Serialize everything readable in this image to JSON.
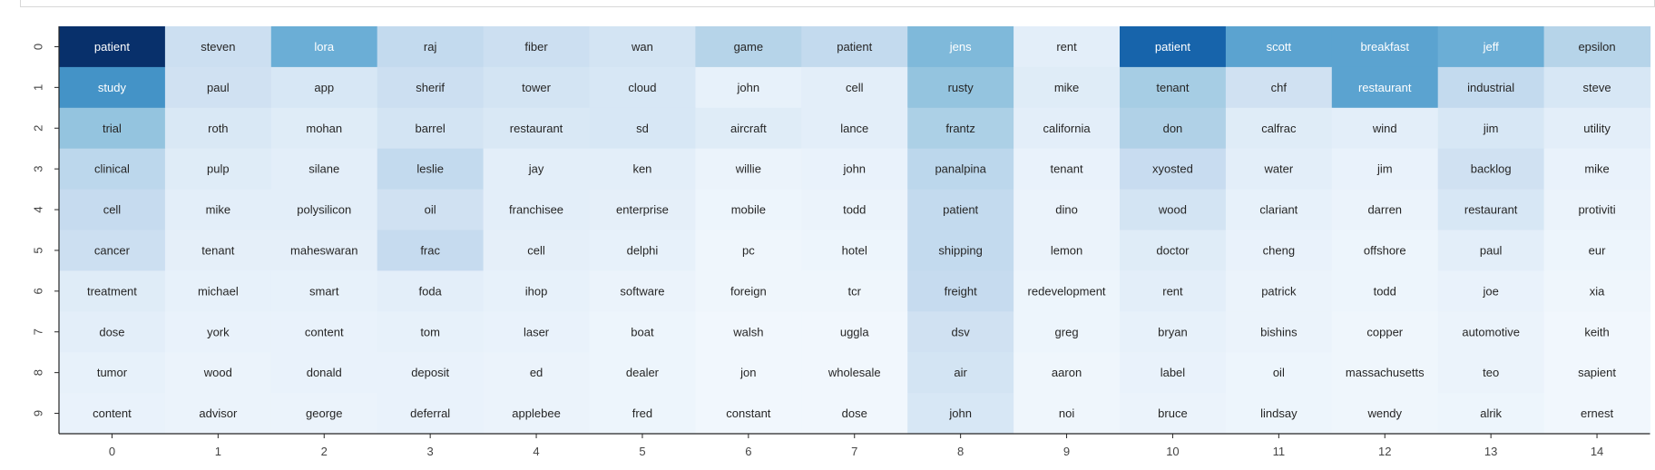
{
  "chart_data": {
    "type": "heatmap",
    "columns": [
      "0",
      "1",
      "2",
      "3",
      "4",
      "5",
      "6",
      "7",
      "8",
      "9",
      "10",
      "11",
      "12",
      "13",
      "14"
    ],
    "rows": [
      "0",
      "1",
      "2",
      "3",
      "4",
      "5",
      "6",
      "7",
      "8",
      "9"
    ],
    "cells": [
      [
        "patient",
        "steven",
        "lora",
        "raj",
        "fiber",
        "wan",
        "game",
        "patient",
        "jens",
        "rent",
        "patient",
        "scott",
        "breakfast",
        "jeff",
        "epsilon"
      ],
      [
        "study",
        "paul",
        "app",
        "sherif",
        "tower",
        "cloud",
        "john",
        "cell",
        "rusty",
        "mike",
        "tenant",
        "chf",
        "restaurant",
        "industrial",
        "steve"
      ],
      [
        "trial",
        "roth",
        "mohan",
        "barrel",
        "restaurant",
        "sd",
        "aircraft",
        "lance",
        "frantz",
        "california",
        "don",
        "calfrac",
        "wind",
        "jim",
        "utility"
      ],
      [
        "clinical",
        "pulp",
        "silane",
        "leslie",
        "jay",
        "ken",
        "willie",
        "john",
        "panalpina",
        "tenant",
        "xyosted",
        "water",
        "jim",
        "backlog",
        "mike"
      ],
      [
        "cell",
        "mike",
        "polysilicon",
        "oil",
        "franchisee",
        "enterprise",
        "mobile",
        "todd",
        "patient",
        "dino",
        "wood",
        "clariant",
        "darren",
        "restaurant",
        "protiviti"
      ],
      [
        "cancer",
        "tenant",
        "maheswaran",
        "frac",
        "cell",
        "delphi",
        "pc",
        "hotel",
        "shipping",
        "lemon",
        "doctor",
        "cheng",
        "offshore",
        "paul",
        "eur"
      ],
      [
        "treatment",
        "michael",
        "smart",
        "foda",
        "ihop",
        "software",
        "foreign",
        "tcr",
        "freight",
        "redevelopment",
        "rent",
        "patrick",
        "todd",
        "joe",
        "xia"
      ],
      [
        "dose",
        "york",
        "content",
        "tom",
        "laser",
        "boat",
        "walsh",
        "uggla",
        "dsv",
        "greg",
        "bryan",
        "bishins",
        "copper",
        "automotive",
        "keith"
      ],
      [
        "tumor",
        "wood",
        "donald",
        "deposit",
        "ed",
        "dealer",
        "jon",
        "wholesale",
        "air",
        "aaron",
        "label",
        "oil",
        "massachusetts",
        "teo",
        "sapient"
      ],
      [
        "content",
        "advisor",
        "george",
        "deferral",
        "applebee",
        "fred",
        "constant",
        "dose",
        "john",
        "noi",
        "bruce",
        "lindsay",
        "wendy",
        "alrik",
        "ernest"
      ]
    ],
    "intensity": [
      [
        1.0,
        0.22,
        0.5,
        0.26,
        0.22,
        0.18,
        0.3,
        0.26,
        0.45,
        0.1,
        0.8,
        0.55,
        0.55,
        0.5,
        0.3
      ],
      [
        0.62,
        0.2,
        0.16,
        0.22,
        0.18,
        0.16,
        0.08,
        0.1,
        0.4,
        0.12,
        0.35,
        0.2,
        0.55,
        0.26,
        0.16
      ],
      [
        0.4,
        0.15,
        0.12,
        0.18,
        0.15,
        0.16,
        0.12,
        0.1,
        0.33,
        0.1,
        0.32,
        0.12,
        0.1,
        0.16,
        0.1
      ],
      [
        0.28,
        0.12,
        0.1,
        0.26,
        0.1,
        0.1,
        0.06,
        0.07,
        0.28,
        0.07,
        0.24,
        0.1,
        0.07,
        0.2,
        0.07
      ],
      [
        0.25,
        0.1,
        0.1,
        0.2,
        0.1,
        0.09,
        0.05,
        0.06,
        0.26,
        0.06,
        0.18,
        0.08,
        0.06,
        0.16,
        0.06
      ],
      [
        0.22,
        0.09,
        0.09,
        0.25,
        0.09,
        0.08,
        0.04,
        0.05,
        0.26,
        0.06,
        0.12,
        0.07,
        0.05,
        0.1,
        0.05
      ],
      [
        0.12,
        0.08,
        0.08,
        0.1,
        0.08,
        0.06,
        0.04,
        0.04,
        0.25,
        0.05,
        0.1,
        0.06,
        0.05,
        0.07,
        0.04
      ],
      [
        0.1,
        0.07,
        0.07,
        0.08,
        0.07,
        0.05,
        0.03,
        0.03,
        0.2,
        0.05,
        0.08,
        0.06,
        0.04,
        0.06,
        0.03
      ],
      [
        0.08,
        0.06,
        0.07,
        0.07,
        0.06,
        0.05,
        0.03,
        0.03,
        0.18,
        0.04,
        0.07,
        0.05,
        0.04,
        0.06,
        0.03
      ],
      [
        0.07,
        0.06,
        0.06,
        0.07,
        0.06,
        0.05,
        0.03,
        0.03,
        0.16,
        0.04,
        0.06,
        0.05,
        0.04,
        0.05,
        0.03
      ]
    ],
    "colormap": [
      "#f7fbff",
      "#deebf7",
      "#c6dbef",
      "#9ecae1",
      "#6baed6",
      "#4292c6",
      "#2171b5",
      "#08519c",
      "#08306b"
    ],
    "light_text_color": "#ffffff",
    "dark_text_color": "#262626",
    "axis_color": "#262626",
    "tick_label_color": "#444444"
  }
}
